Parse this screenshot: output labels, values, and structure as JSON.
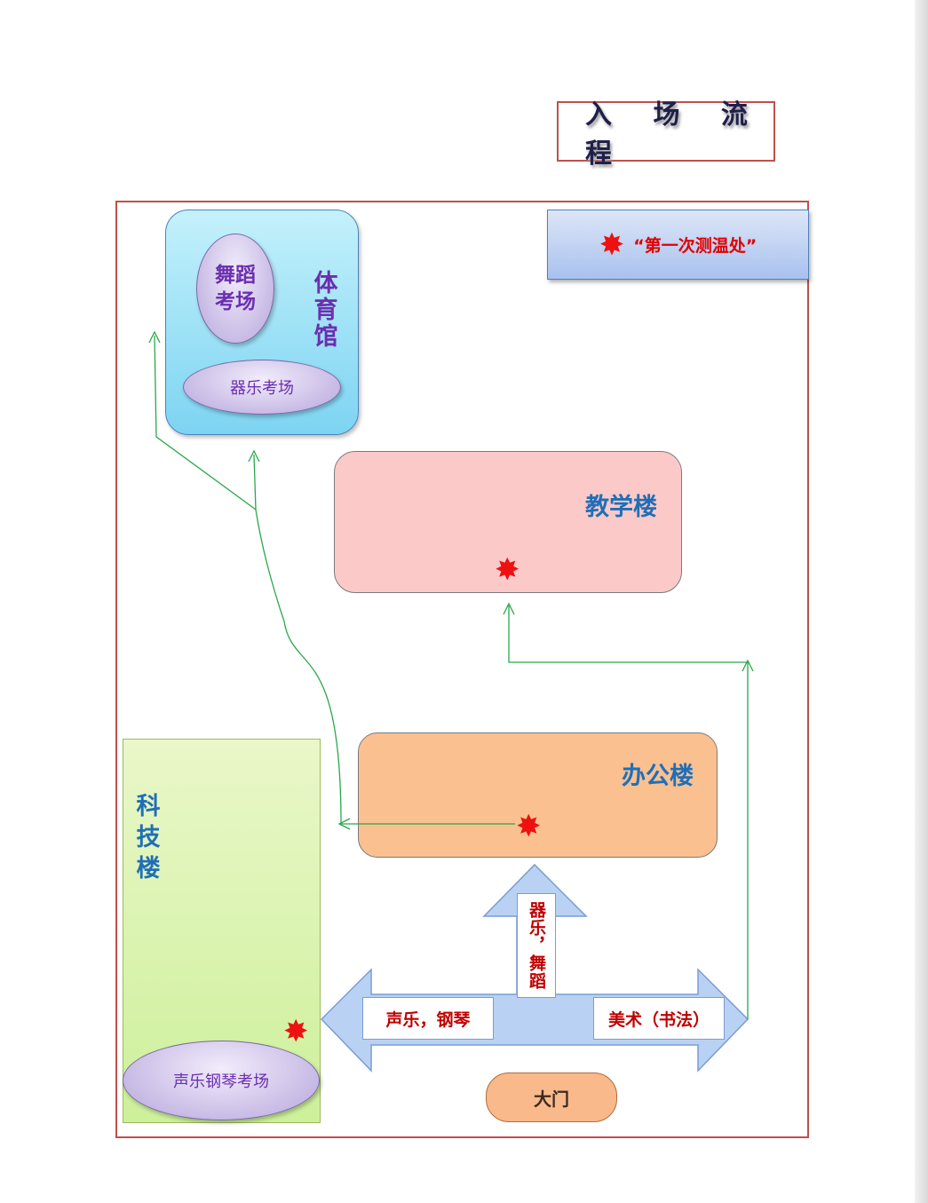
{
  "title": "入 场 流 程",
  "legend": {
    "label": "“第一次测温处”",
    "marker": "✸"
  },
  "buildings": {
    "gym": {
      "label": "体育馆",
      "dance": "舞蹈考场",
      "instrument": "器乐考场"
    },
    "teaching": {
      "label": "教学楼"
    },
    "office": {
      "label": "办公楼"
    },
    "tech": {
      "label": "科技楼",
      "vocal_piano": "声乐钢琴考场"
    }
  },
  "arrows": {
    "up": "器乐，舞蹈",
    "left": "声乐，钢琴",
    "right": "美术（书法）"
  },
  "gate": "大门",
  "colors": {
    "frame": "#c0504d",
    "path": "#2aa84a",
    "marker": "#ee1111",
    "arrow_fill": "#b9d2f3"
  }
}
